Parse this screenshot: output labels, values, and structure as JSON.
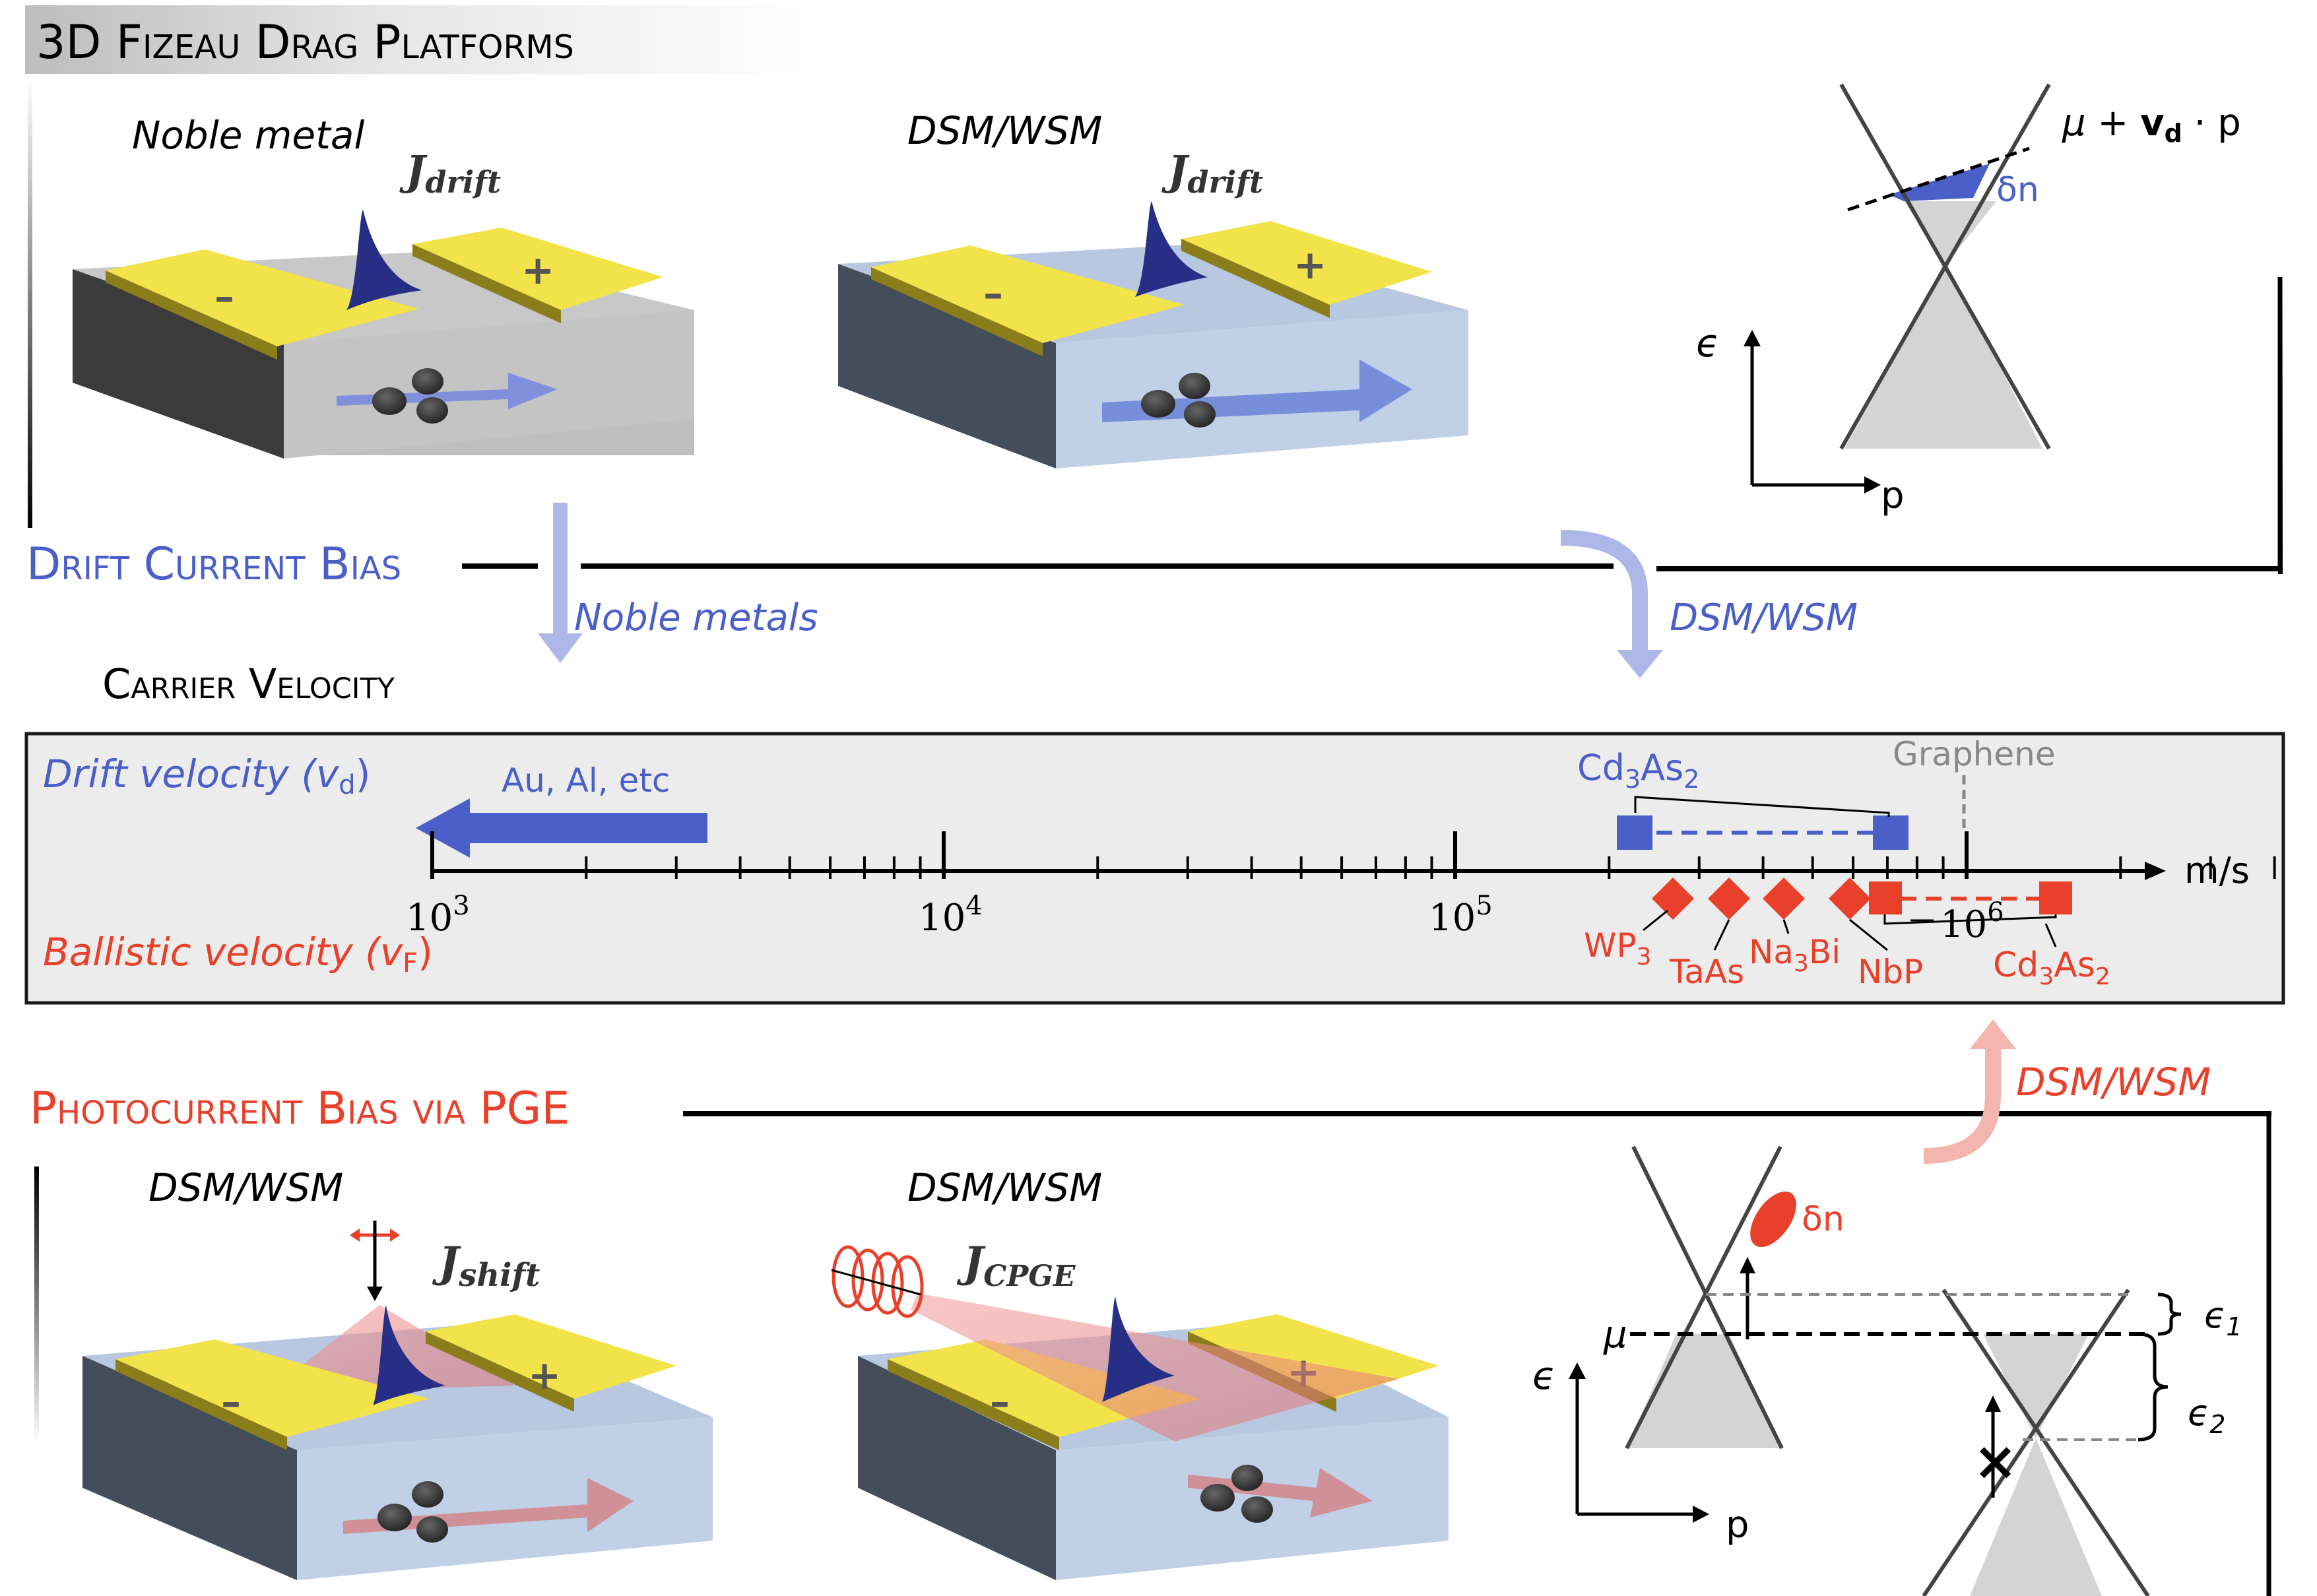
{
  "header": {
    "title": "3D Fizeau Drag Platforms"
  },
  "colors": {
    "blue": "#4A5FC8",
    "red": "#E8402A",
    "light_blue": "#AEB8E8",
    "light_red": "#F4B5AE",
    "slab_gray": "#C4C4C4",
    "slab_blue": "#B7C8E0",
    "electrode": "#F2E34A",
    "cone_fill": "#D4D4D4"
  },
  "drift_section": {
    "heading": "Drift Current Bias",
    "panel_noble": {
      "label": "Noble metal",
      "current_base": "J",
      "current_sub": "drift"
    },
    "panel_dsm": {
      "label": "DSM/WSM",
      "current_base": "J",
      "current_sub": "drift"
    },
    "dispersion": {
      "axis_y": "ϵ",
      "axis_x": "p",
      "fermi_label_prefix": "μ + ",
      "fermi_label_v": "v",
      "fermi_label_v_sub": "d",
      "fermi_label_suffix": " · p",
      "delta_label": "δn"
    },
    "arrow_noble_label": "Noble metals",
    "arrow_dsm_label": "DSM/WSM"
  },
  "velocity_section": {
    "heading": "Carrier Velocity",
    "drift_label_text": "Drift velocity (v",
    "drift_label_sub": "d",
    "ballistic_label_text": "Ballistic velocity (v",
    "ballistic_label_sub": "F",
    "close_paren": ")",
    "unit": "m/s",
    "graphene_label": "Graphene",
    "noble_arrow_label": "Au, Al, etc",
    "tick_labels": [
      {
        "base": "10",
        "exp": "3"
      },
      {
        "base": "10",
        "exp": "4"
      },
      {
        "base": "10",
        "exp": "5"
      },
      {
        "base": "10",
        "exp": "6"
      }
    ],
    "cd3as2_drift": {
      "pre": "Cd",
      "s1": "3",
      "mid": "As",
      "s2": "2"
    },
    "cd3as2_ballistic": {
      "pre": "Cd",
      "s1": "3",
      "mid": "As",
      "s2": "2"
    },
    "materials": [
      {
        "pre": "WP",
        "s1": "3",
        "mid": "",
        "s2": ""
      },
      {
        "pre": "TaAs",
        "s1": "",
        "mid": "",
        "s2": ""
      },
      {
        "pre": "Na",
        "s1": "3",
        "mid": "Bi",
        "s2": ""
      },
      {
        "pre": "NbP",
        "s1": "",
        "mid": "",
        "s2": ""
      }
    ]
  },
  "chart_data": {
    "type": "scatter",
    "x_scale": "log",
    "x_unit": "m/s",
    "xlim": [
      1000,
      4000000
    ],
    "series": [
      {
        "name": "Drift velocity (vd)",
        "points": [
          {
            "label": "Au, Al, etc",
            "x_max": 3500
          },
          {
            "label": "Cd3As2",
            "x": [
              220000,
              850000
            ]
          }
        ]
      },
      {
        "name": "Ballistic velocity (vF)",
        "points": [
          {
            "label": "WP3",
            "x": 320000
          },
          {
            "label": "TaAs",
            "x": 400000
          },
          {
            "label": "Na3Bi",
            "x": 520000
          },
          {
            "label": "NbP",
            "x": 700000
          },
          {
            "label": "Cd3As2",
            "x": [
              850000,
              1500000
            ]
          }
        ]
      },
      {
        "name": "Graphene",
        "points": [
          {
            "label": "Graphene",
            "x": 1000000
          }
        ]
      }
    ]
  },
  "photo_section": {
    "heading": "Photocurrent Bias via PGE",
    "panel_shift": {
      "label": "DSM/WSM",
      "current_base": "J",
      "current_sub": "shift"
    },
    "panel_cpge": {
      "label": "DSM/WSM",
      "current_base": "J",
      "current_sub": "CPGE"
    },
    "arrow_label": "DSM/WSM",
    "dispersion": {
      "axis_y": "ϵ",
      "axis_x": "p",
      "mu_label": "μ",
      "delta_label": "δn",
      "eps1_base": "ϵ",
      "eps1_sub": "1",
      "eps2_base": "ϵ",
      "eps2_sub": "2",
      "block_mark": "×"
    }
  }
}
